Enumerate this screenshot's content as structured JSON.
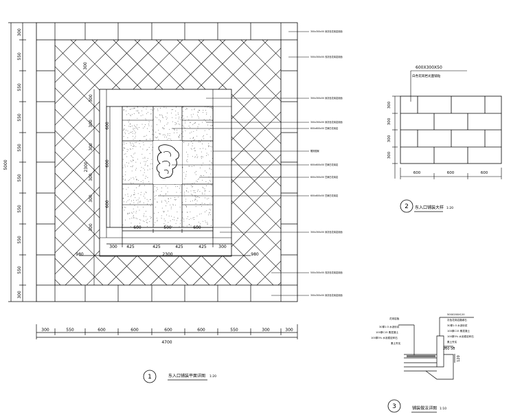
{
  "plan": {
    "total_width": "4700",
    "total_height": "5000",
    "bottom_dims": [
      "300",
      "550",
      "600",
      "600",
      "600",
      "600",
      "550",
      "300"
    ],
    "left_dims": [
      "300",
      "550",
      "550",
      "550",
      "550",
      "550",
      "550",
      "550",
      "300"
    ],
    "left_dims_inner": [
      "600",
      "600",
      "600"
    ],
    "left_dims_inner2": [
      "300",
      "300",
      "300",
      "300",
      "300",
      "300"
    ],
    "left_dim_diag": "2300",
    "inner_bottom_dims": [
      "600",
      "500",
      "600"
    ],
    "center_dims": [
      "300",
      "425",
      "425",
      "425",
      "425",
      "300"
    ],
    "center_total": "2300",
    "side_980_left": "980",
    "side_980_right": "980",
    "top_left_dim": "300",
    "inner_left_vertical": "2300",
    "notes": [
      "300x300x50 深灰色花岗岩烧面",
      "500x300x50 浅灰色花岗岩烧面",
      "300x300x50 深灰色花岗岩烧面",
      "300x300x50 深灰色花岗岩烧面",
      "600x600x50 芝麻白花岗岩",
      "雕刻图案",
      "600x600x50 芝麻白花岗岩",
      "600x300x50 芝麻白花岗岩",
      "600x600x50 芝麻白花岗岩",
      "300x300x50 深灰色花岗岩烧面",
      "500x300x50 浅灰色花岗岩烧面",
      "300x300x50 深灰色花岗岩烧面"
    ],
    "title_number": "1",
    "title": "东入口铺装平面详图",
    "scale": "1:20"
  },
  "detail2": {
    "spec": "600X300X50",
    "material": "白色花岗岩光面铺贴",
    "left_dims": [
      "300",
      "300",
      "300"
    ],
    "bottom_dims": [
      "600",
      "600",
      "600"
    ],
    "title_number": "2",
    "title": "东入口铺装大样",
    "scale": "1:20"
  },
  "detail3": {
    "left_notes": [
      "花岗岩板",
      "30厚1:3 水泥砂浆",
      "100厚C15 素混凝土",
      "100厚5% 水泥稳定碎石",
      "素土夯实"
    ],
    "right_notes": [
      "500X200X120",
      "灰色花岗岩路缘石",
      "30厚1:3 水泥砂浆",
      "100厚C15 素混凝土",
      "100厚5% 水泥稳定碎石",
      "素土夯实"
    ],
    "dims": [
      "200",
      "50",
      "120"
    ],
    "title_number": "3",
    "title": "铺装做法详图",
    "scale": "1:10"
  }
}
